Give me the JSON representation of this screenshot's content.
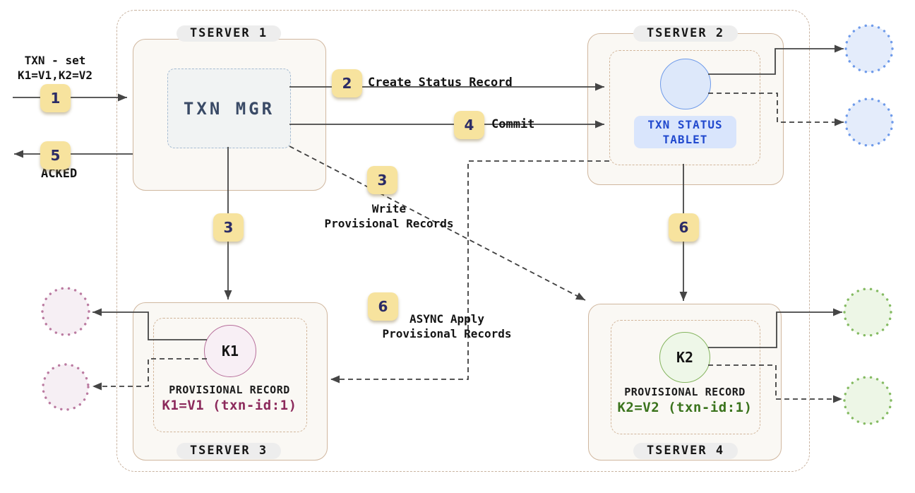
{
  "request": {
    "label_line1": "TXN - set",
    "label_line2": "K1=V1,K2=V2",
    "ack_label": "ACKED"
  },
  "steps": {
    "s1": "1",
    "s2": "2",
    "s3": "3",
    "s4": "4",
    "s5": "5",
    "s6": "6"
  },
  "servers": {
    "tserver1": {
      "title": "TSERVER 1",
      "component": "TXN MGR"
    },
    "tserver2": {
      "title": "TSERVER 2",
      "tablet_line1": "TXN STATUS",
      "tablet_line2": "TABLET"
    },
    "tserver3": {
      "title": "TSERVER 3",
      "key": "K1",
      "record_label": "PROVISIONAL RECORD",
      "record_value": "K1=V1 (txn-id:1)"
    },
    "tserver4": {
      "title": "TSERVER 4",
      "key": "K2",
      "record_label": "PROVISIONAL RECORD",
      "record_value": "K2=V2 (txn-id:1)"
    }
  },
  "edges": {
    "step2_label": "Create Status Record",
    "step4_label": "Commit",
    "step3_label_line1": "Write",
    "step3_label_line2": "Provisional Records",
    "step6_label_line1": "ASYNC Apply",
    "step6_label_line2": "Provisional Records"
  },
  "colors": {
    "cluster_border": "#c9b3a0",
    "tserver_border": "#d0b79f",
    "tserver_fill": "#faf8f4",
    "badge_fill": "#f7e39e",
    "badge_text": "#2c2c66",
    "txn_mgr_border": "#a6bcd2",
    "status_tablet_stroke": "#6f9bea",
    "status_tablet_fill": "#dde8fa",
    "tablet_label_bg": "#d9e5fc",
    "tablet_label_text": "#2149ce",
    "k1_stroke": "#b76f9b",
    "k1_fill": "#f8eff5",
    "k1_value_text": "#8c2a5c",
    "k2_stroke": "#85b55f",
    "k2_fill": "#eef7e8",
    "k2_value_text": "#3a731c",
    "replica_pink": "#bb7ba1",
    "replica_blue": "#6f9bea",
    "replica_green": "#85bb63",
    "arrow": "#454545"
  }
}
